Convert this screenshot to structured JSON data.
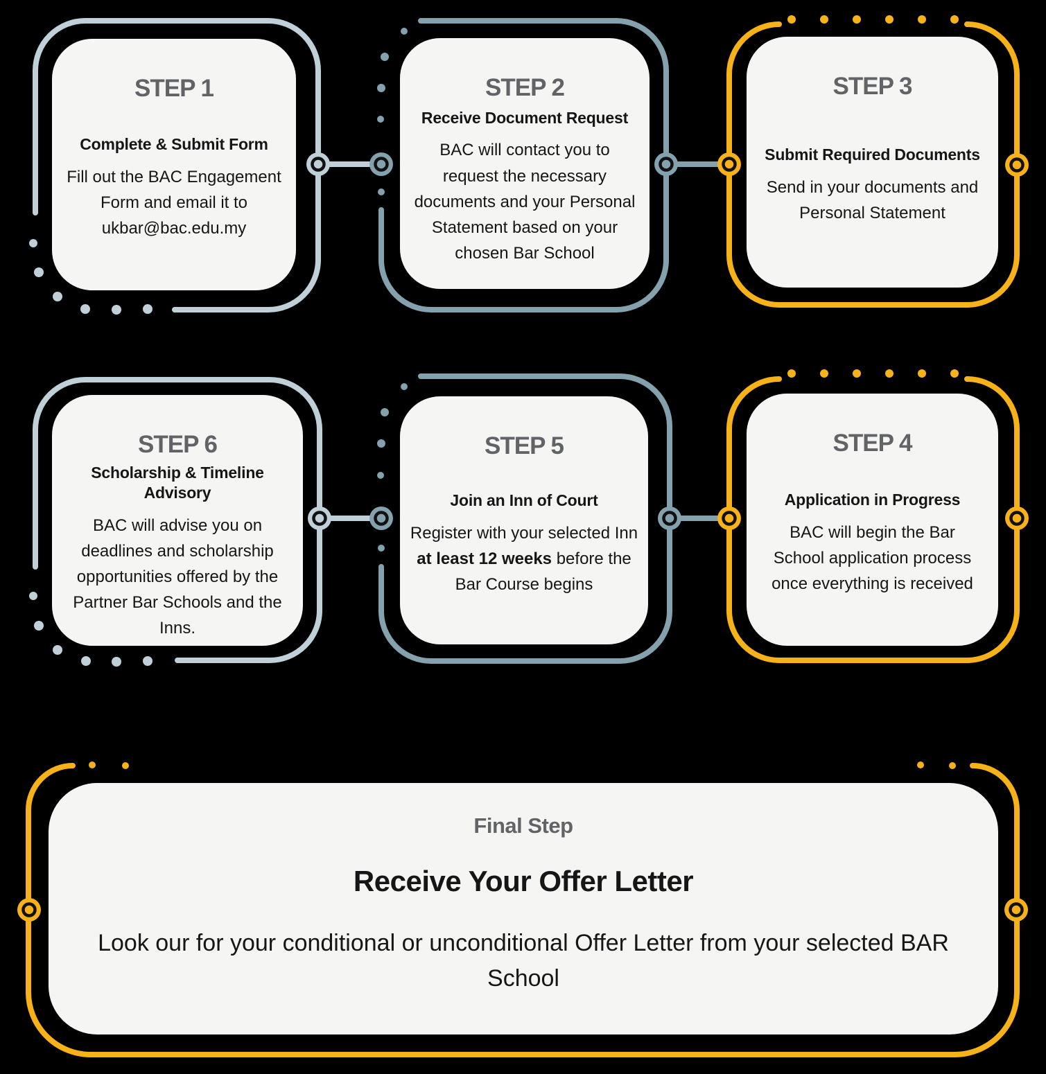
{
  "colors": {
    "background": "#000000",
    "card_bg": "#f5f5f4",
    "step_heading": "#626366",
    "text": "#161616",
    "slate_light": "#bfd0d8",
    "slate_dark": "#83a2ae",
    "yellow": "#f8b219",
    "node_ring": "#111111"
  },
  "steps": [
    {
      "id": "step-1",
      "row": 1,
      "accent": "slate_light",
      "heading": "STEP 1",
      "title": "Complete & Submit Form",
      "body_prefix": "Fill out the BAC Engagement Form and email it to ukbar@bac.edu.my",
      "body_bold": "",
      "body_suffix": ""
    },
    {
      "id": "step-2",
      "row": 1,
      "accent": "slate_dark",
      "heading": "STEP 2",
      "title": "Receive Document Request",
      "body_prefix": "BAC will contact you to request the necessary documents and your Personal Statement based on your chosen Bar School",
      "body_bold": "",
      "body_suffix": ""
    },
    {
      "id": "step-3",
      "row": 1,
      "accent": "yellow",
      "heading": "STEP 3",
      "title": "Submit Required Documents",
      "body_prefix": "Send in your documents and Personal Statement",
      "body_bold": "",
      "body_suffix": ""
    },
    {
      "id": "step-6",
      "row": 2,
      "accent": "slate_light",
      "heading": "STEP 6",
      "title": "Scholarship & Timeline Advisory",
      "body_prefix": "BAC will advise you on deadlines and scholarship opportunities offered by the Partner Bar Schools and the Inns.",
      "body_bold": "",
      "body_suffix": ""
    },
    {
      "id": "step-5",
      "row": 2,
      "accent": "slate_dark",
      "heading": "STEP 5",
      "title": "Join an Inn of Court",
      "body_prefix": "Register with your selected Inn ",
      "body_bold": "at least 12 weeks",
      "body_suffix": " before the Bar Course begins"
    },
    {
      "id": "step-4",
      "row": 2,
      "accent": "yellow",
      "heading": "STEP 4",
      "title": "Application in Progress",
      "body_prefix": "BAC will begin the Bar School application process once everything is received",
      "body_bold": "",
      "body_suffix": ""
    }
  ],
  "final_step": {
    "heading": "Final Step",
    "title": "Receive Your Offer Letter",
    "body": "Look our for your conditional or unconditional Offer Letter from your selected BAR School"
  }
}
